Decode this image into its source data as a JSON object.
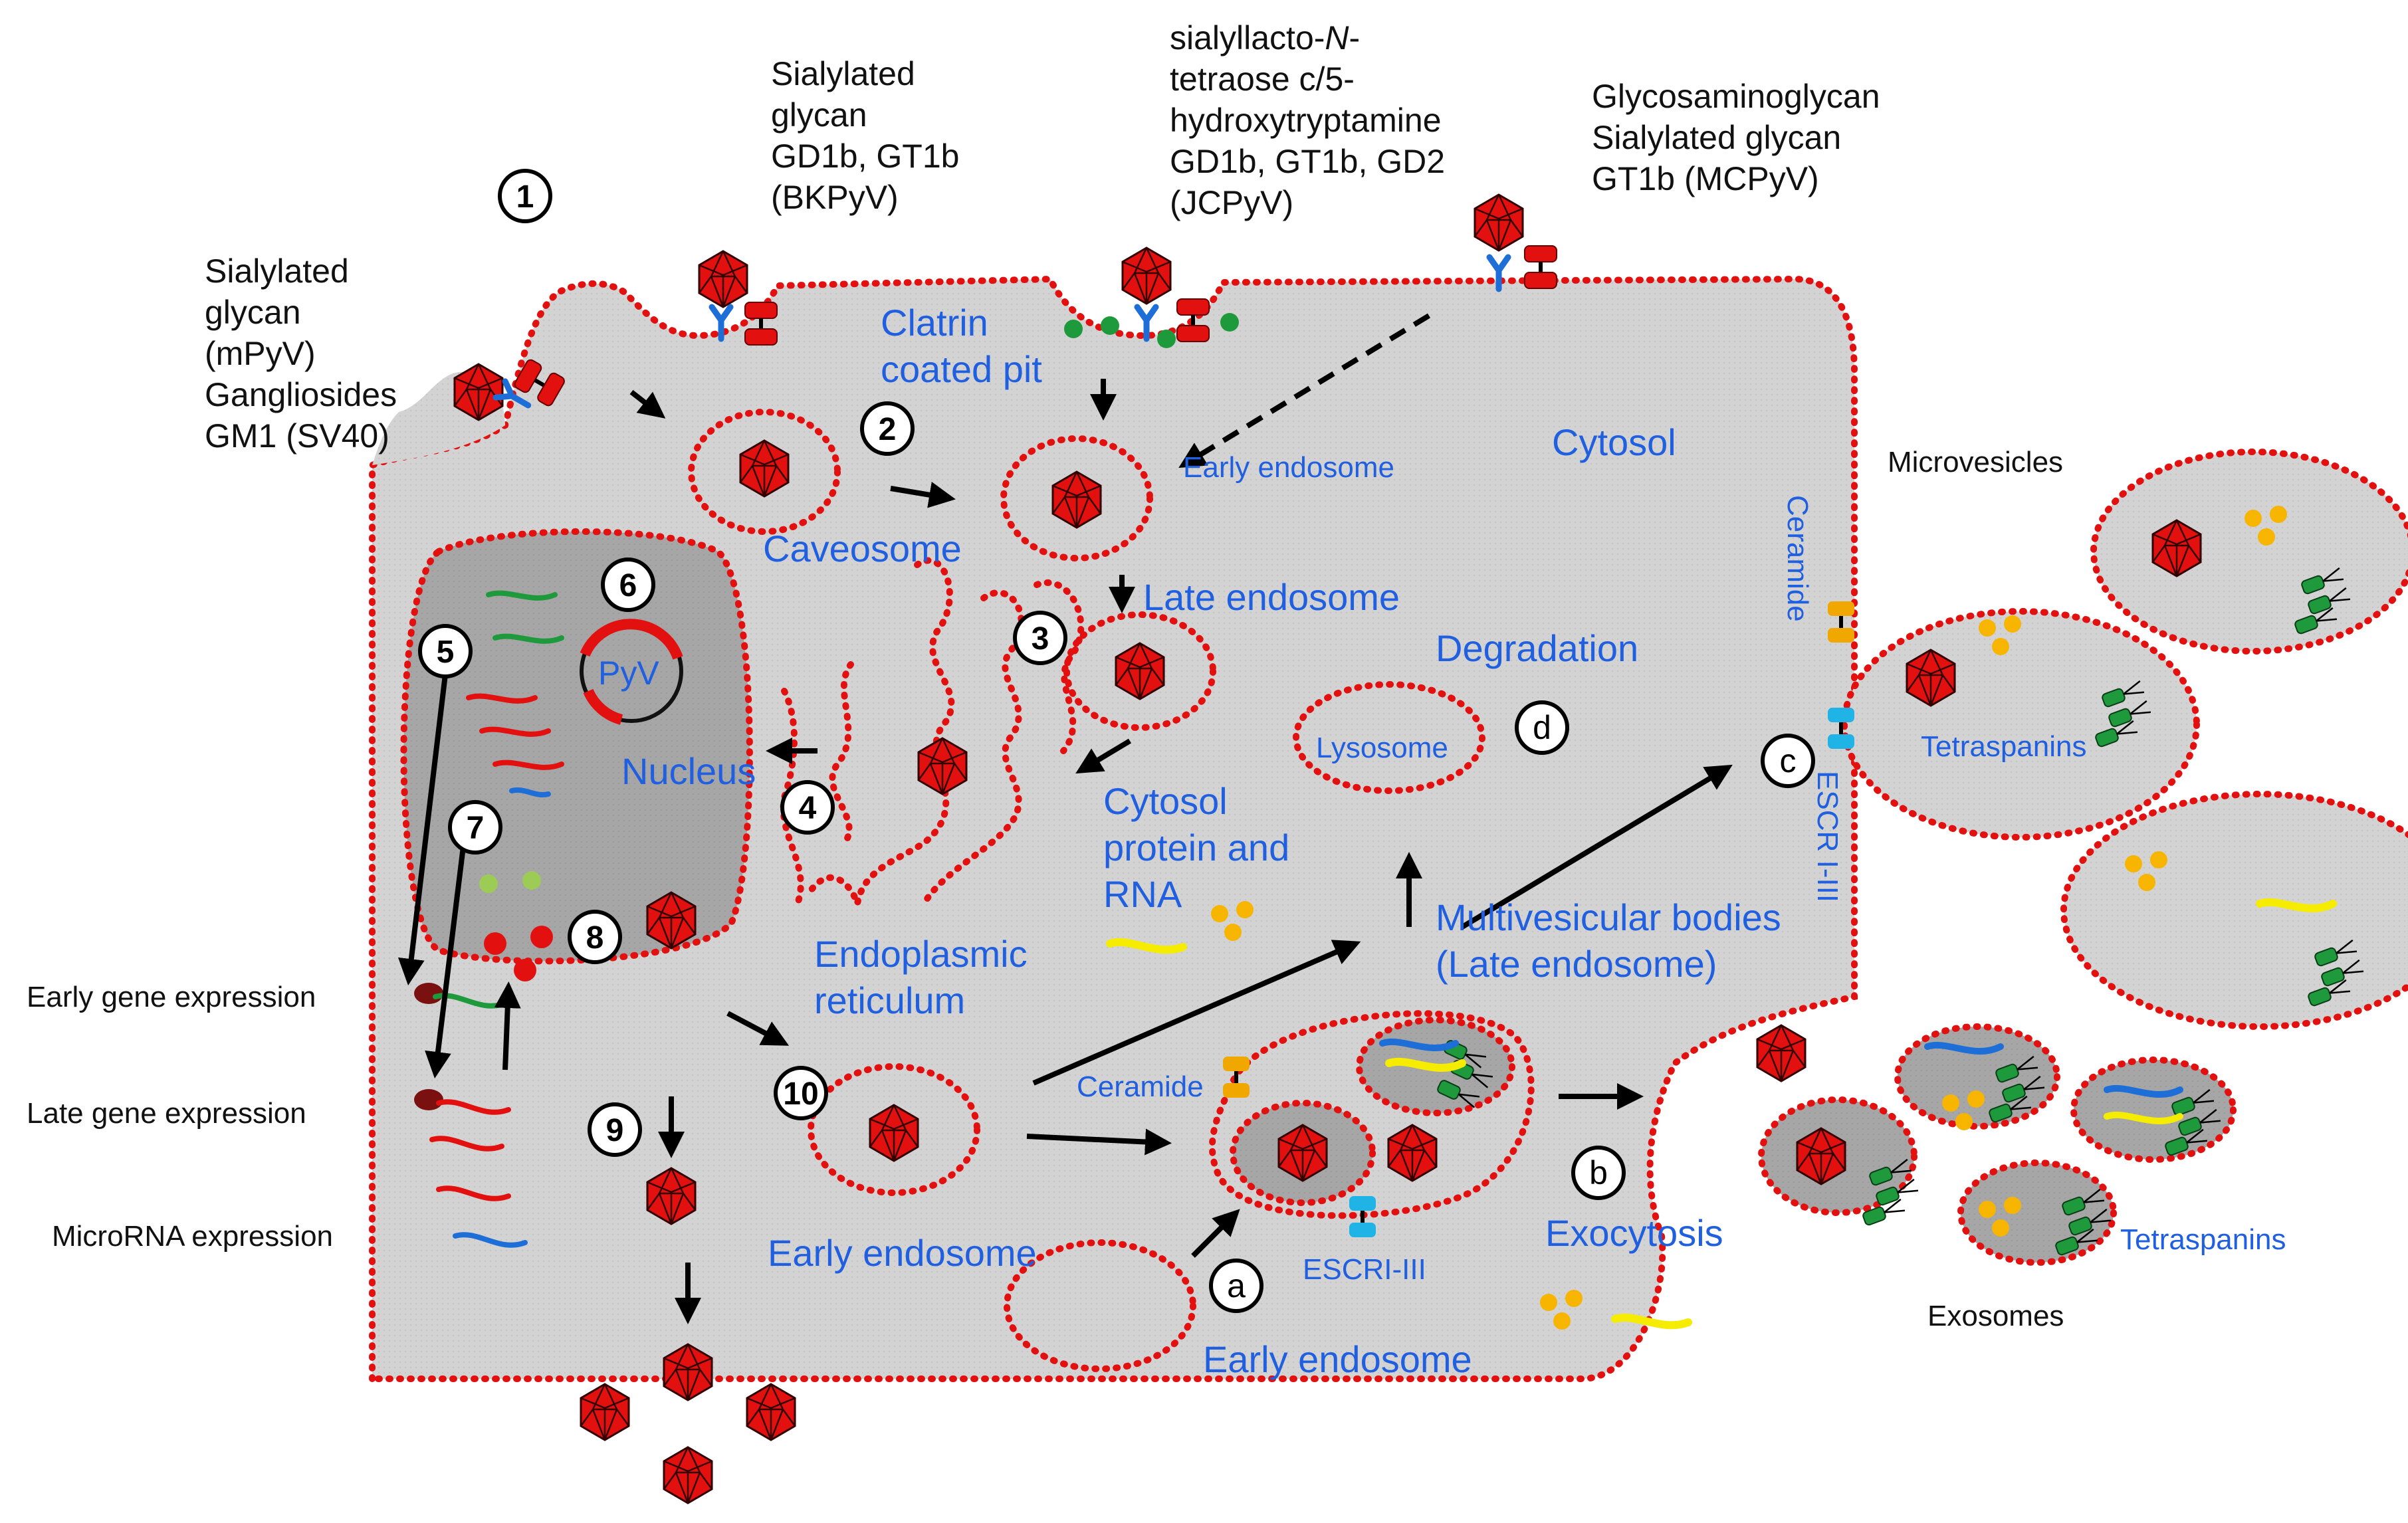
{
  "receptors": {
    "mpyv_sv40": [
      "Sialylated",
      "glycan",
      "(mPyV)",
      "Gangliosides",
      "GM1 (SV40)"
    ],
    "bkpyv": [
      "Sialylated",
      "glycan",
      "GD1b, GT1b",
      "(BKPyV)"
    ],
    "jcpyv_line1_a": "sialyllacto-",
    "jcpyv_line1_b": "N",
    "jcpyv_line1_c": "-",
    "jcpyv_rest": [
      "tetraose c/5-",
      "hydroxytryptamine",
      "GD1b, GT1b, GD2",
      "(JCPyV)"
    ],
    "mcpyv": [
      "Glycosaminoglycan",
      "Sialylated glycan",
      "GT1b (MCPyV)"
    ]
  },
  "labels": {
    "clatrin": [
      "Clatrin",
      "coated pit"
    ],
    "caveosome": "Caveosome",
    "early_endosome_top": "Early endosome",
    "cytosol": "Cytosol",
    "late_endosome": "Late endosome",
    "degradation": "Degradation",
    "lysosome": "Lysosome",
    "nucleus": "Nucleus",
    "pyv": "PyV",
    "cytosol_protein": [
      "Cytosol",
      "protein and",
      "RNA"
    ],
    "er": [
      "Endoplasmic",
      "reticulum"
    ],
    "mvb": [
      "Multivesicular  bodies",
      "(Late endosome)"
    ],
    "ceramide_side": "Ceramide",
    "escrt_side": "ESCR I-III",
    "ceramide_inner": "Ceramide",
    "escri_inner": "ESCRI-III",
    "early_endosome_left": "Early endosome",
    "early_endosome_bottom": "Early endosome",
    "exocytosis": "Exocytosis",
    "microvesicles": "Microvesicles",
    "tetraspanins_1": "Tetraspanins",
    "tetraspanins_2": "Tetraspanins",
    "exosomes": "Exosomes",
    "early_gene": "Early gene expression",
    "late_gene": "Late gene expression",
    "microrna": "MicroRNA  expression"
  },
  "steps": {
    "s1": "1",
    "s2": "2",
    "s3": "3",
    "s4": "4",
    "s5": "5",
    "s6": "6",
    "s7": "7",
    "s8": "8",
    "s9": "9",
    "s10": "10",
    "sa": "a",
    "sb": "b",
    "sc": "c",
    "sd": "d"
  },
  "colors": {
    "membrane": "#e31010",
    "cytoplasm": "#d3d3d3",
    "nucleus": "#a6a6a6",
    "label_blue": "#1f5fe0",
    "cargo_yellow": "#f7b500",
    "rna_yellow": "#f5ec00",
    "tetraspanin_green": "#1e9a3c",
    "receptor_blue": "#1e6ed8",
    "ceramide_orange": "#f0a800",
    "escrt_cyan": "#1fb3e6"
  }
}
